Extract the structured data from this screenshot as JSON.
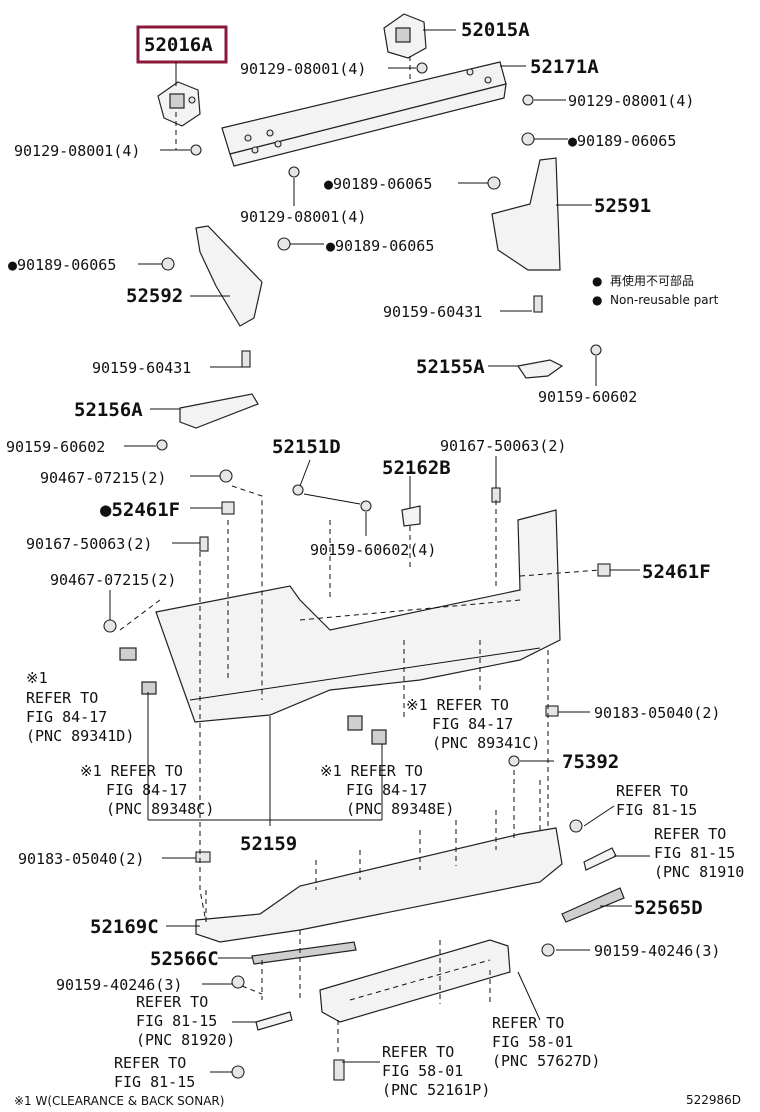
{
  "highlight": {
    "part_number": "52016A",
    "border_color": "#8b1a3a"
  },
  "legend": {
    "marker": "●",
    "line_jp": "再使用不可部品",
    "line_en": "Non-reusable part"
  },
  "footnote": "※1 W(CLEARANCE & BACK SONAR)",
  "diagram_code": "522986D",
  "labels": {
    "p52015A": "52015A",
    "p52171A": "52171A",
    "b9012908001_top": "90129-08001(4)",
    "b9012908001_right": "90129-08001(4)",
    "b9012908001_left": "90129-08001(4)",
    "b9012908001_mid": "90129-08001(4)",
    "b9018906065_right": "●90189-06065",
    "b9018906065_midright": "●90189-06065",
    "p52591": "52591",
    "b9018906065_left": "●90189-06065",
    "b9018906065_mid": "●90189-06065",
    "p52592": "52592",
    "b9015960431_right": "90159-60431",
    "b9015960431_left": "90159-60431",
    "p52155A": "52155A",
    "b9015960602_right": "90159-60602",
    "p52156A": "52156A",
    "b9015960602_left": "90159-60602",
    "p52151D": "52151D",
    "b9016750063_top": "90167-50063(2)",
    "b9046707215_a": "90467-07215(2)",
    "p52162B": "52162B",
    "p52461F_left": "●52461F",
    "b9016750063_left": "90167-50063(2)",
    "b9015960602_4": "90159-60602(4)",
    "b9046707215_b": "90467-07215(2)",
    "p52461F_right": "52461F",
    "b9018305040_right": "90183-05040(2)",
    "p75392": "75392",
    "p52159": "52159",
    "b9018305040_left": "90183-05040(2)",
    "p52169C": "52169C",
    "p52565D": "52565D",
    "p52566C": "52566C",
    "b9015940246_right": "90159-40246(3)",
    "b9015940246_left": "90159-40246(3)"
  },
  "refs": {
    "r89341D": [
      "※1",
      "REFER TO",
      "FIG 84-17",
      "(PNC 89341D)"
    ],
    "r89341C": [
      "※1 REFER TO",
      "FIG 84-17",
      "(PNC 89341C)"
    ],
    "r89348C": [
      "※1 REFER TO",
      "FIG 84-17",
      "(PNC 89348C)"
    ],
    "r89348E": [
      "※1 REFER TO",
      "FIG 84-17",
      "(PNC 89348E)"
    ],
    "r8115a": [
      "REFER TO",
      "FIG 81-15"
    ],
    "r81910": [
      "REFER TO",
      "FIG 81-15",
      "(PNC 81910"
    ],
    "r81920": [
      "REFER TO",
      "FIG 81-15",
      "(PNC 81920)"
    ],
    "r57627D": [
      "REFER TO",
      "FIG 58-01",
      "(PNC 57627D)"
    ],
    "r52161P": [
      "REFER TO",
      "FIG 58-01",
      "(PNC 52161P)"
    ],
    "r8115b": [
      "REFER TO",
      "FIG 81-15"
    ]
  }
}
